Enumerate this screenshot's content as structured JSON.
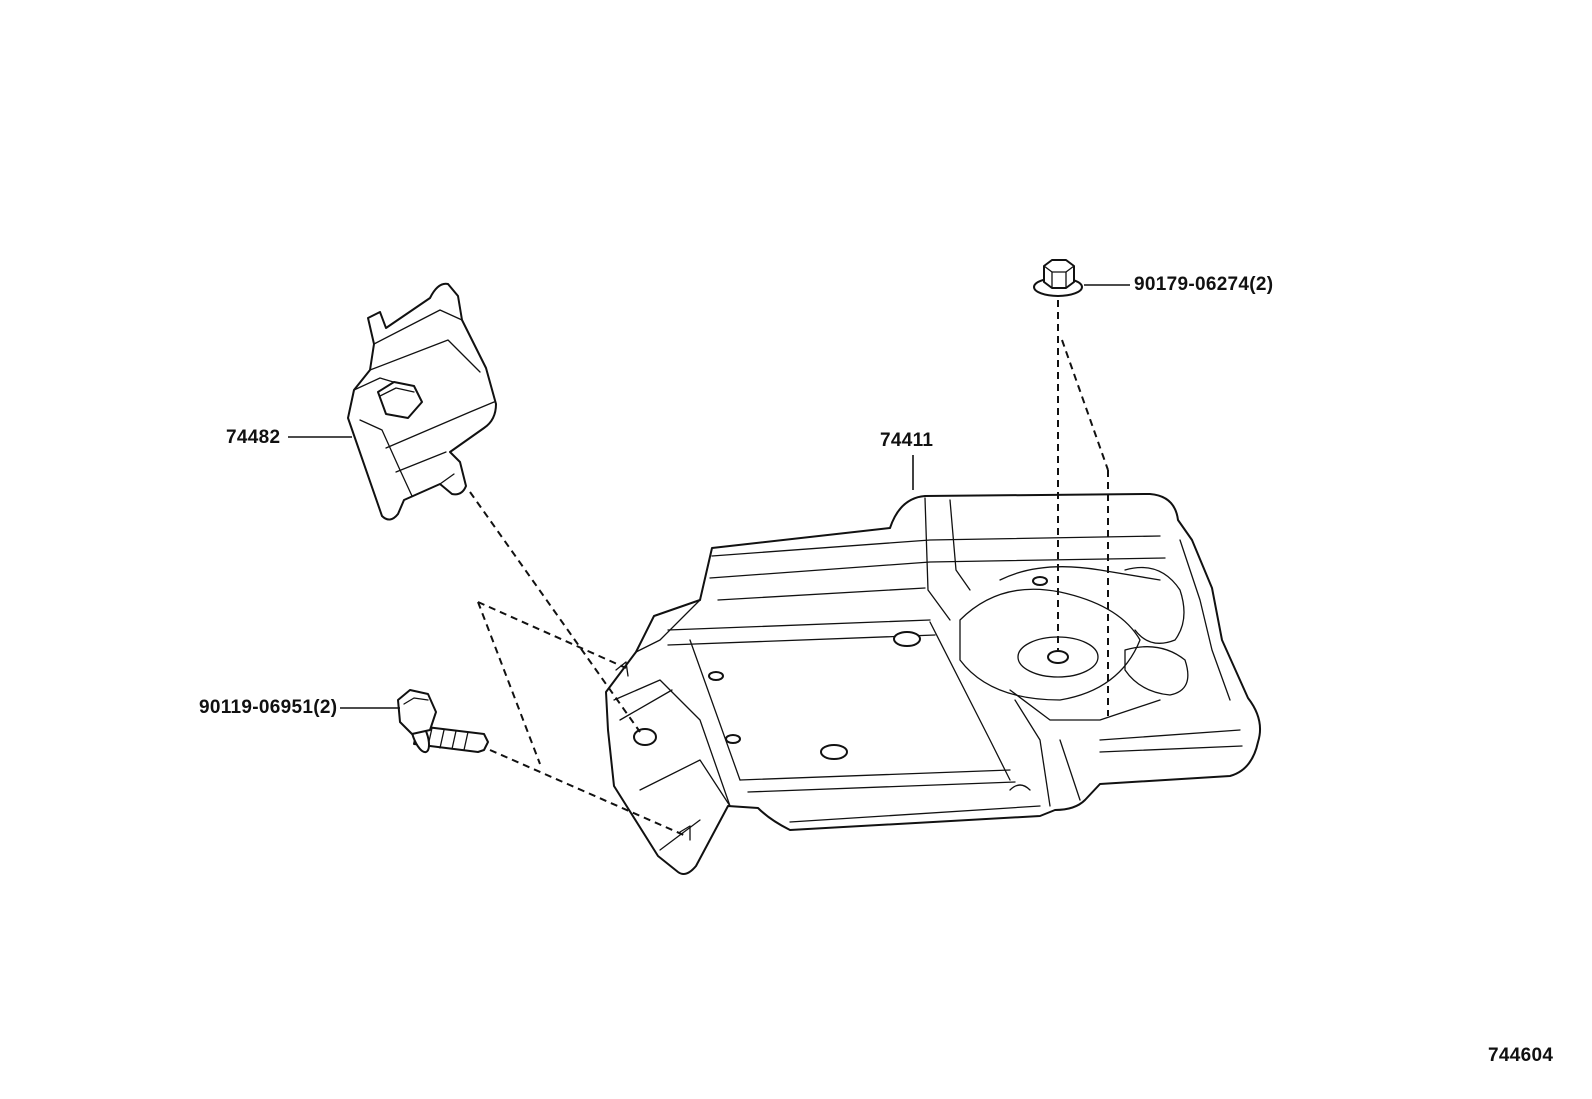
{
  "parts": {
    "protector": {
      "number": "74482"
    },
    "tray": {
      "number": "74411"
    },
    "nut": {
      "number": "90179-06274(2)"
    },
    "bolt": {
      "number": "90119-06951(2)"
    }
  },
  "figure_id": "744604"
}
